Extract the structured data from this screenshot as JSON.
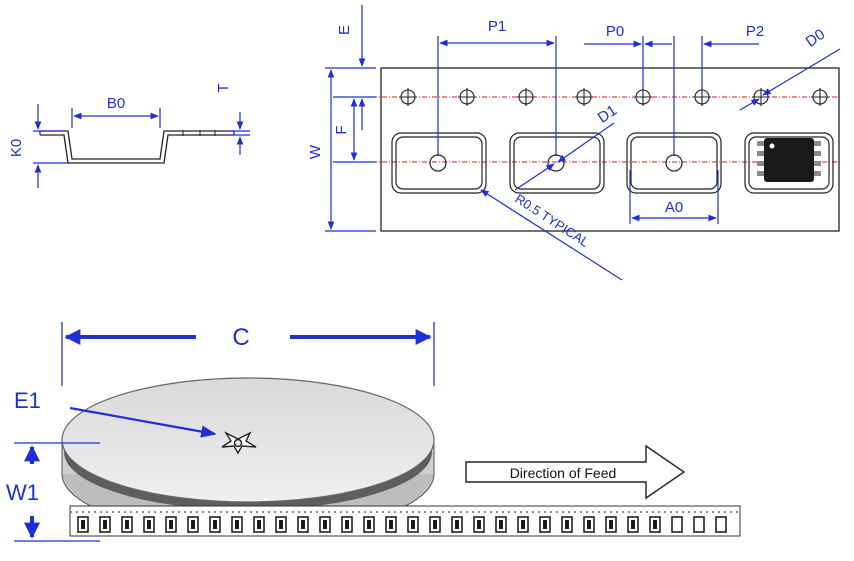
{
  "labels": {
    "b0": "B0",
    "k0": "K0",
    "t": "T",
    "e": "E",
    "f": "F",
    "w": "W",
    "p1": "P1",
    "p0": "P0",
    "p2": "P2",
    "d0": "D0",
    "d1": "D1",
    "a0": "A0",
    "r05": "R0.5 TYPICAL",
    "c": "C",
    "e1": "E1",
    "w1": "W1"
  },
  "feed": {
    "direction_label": "Direction of Feed"
  },
  "colors": {
    "dimension": "#1f2fd6",
    "centerline": "#e01818",
    "outline": "#222222",
    "reel_face": "#e2e2e2",
    "reel_side": "#bdbdbd",
    "component": "#1a1a1a"
  }
}
